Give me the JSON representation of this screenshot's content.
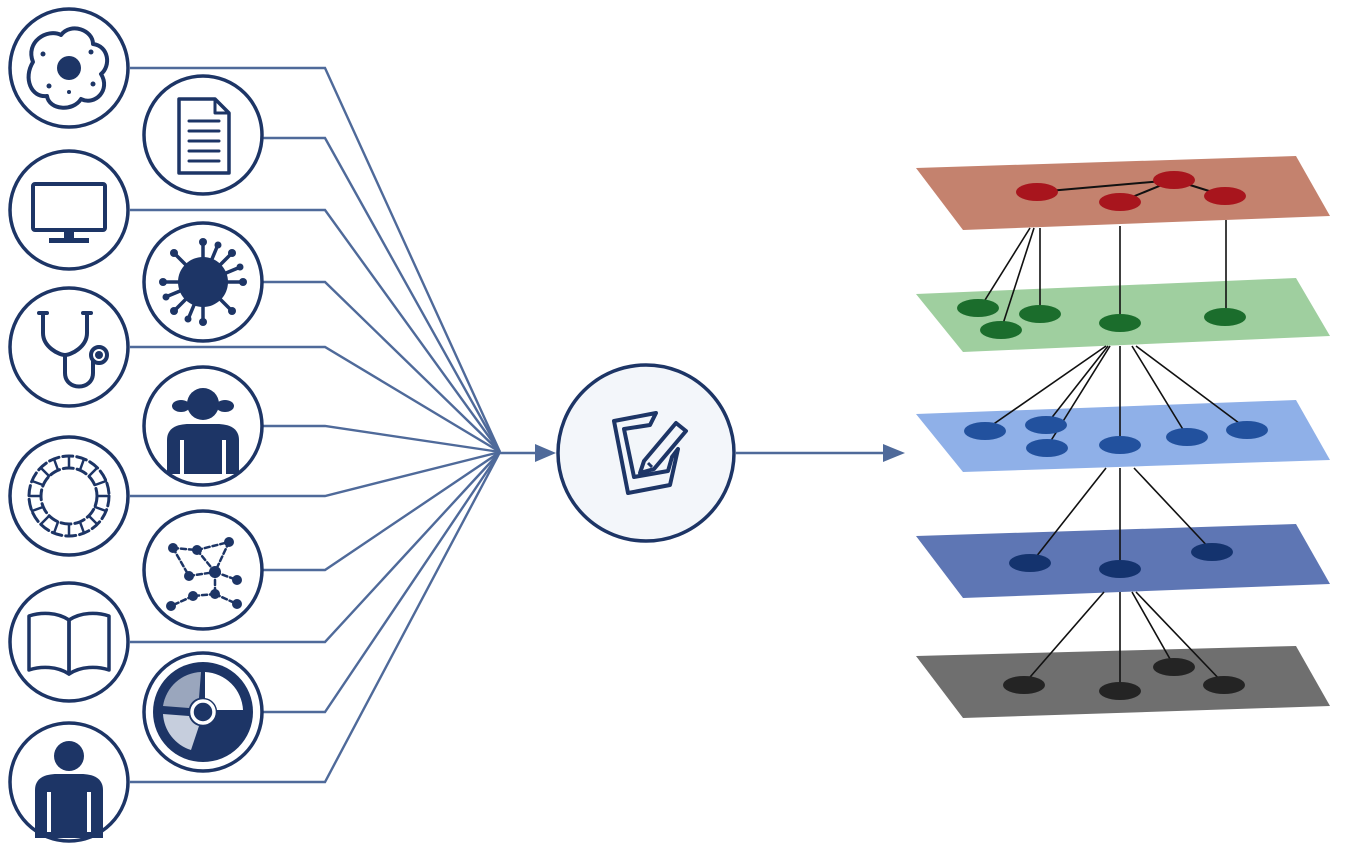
{
  "diagram": {
    "colors": {
      "icon": "#1d3566",
      "connector": "#4f6a9a",
      "process_fill": "#f3f6fa"
    },
    "sources": [
      {
        "id": "cell",
        "icon": "cell-icon"
      },
      {
        "id": "document",
        "icon": "document-icon"
      },
      {
        "id": "monitor",
        "icon": "monitor-icon"
      },
      {
        "id": "virus",
        "icon": "virus-icon"
      },
      {
        "id": "stethoscope",
        "icon": "stethoscope-icon"
      },
      {
        "id": "patient-girl",
        "icon": "person-pigtails-icon"
      },
      {
        "id": "dna-ring",
        "icon": "dna-ring-icon"
      },
      {
        "id": "network",
        "icon": "network-graph-icon"
      },
      {
        "id": "book",
        "icon": "book-icon"
      },
      {
        "id": "scan",
        "icon": "scan-icon"
      },
      {
        "id": "patient",
        "icon": "person-icon"
      }
    ],
    "process": {
      "icon": "edit-note-icon"
    },
    "layers": [
      {
        "id": "layer-red",
        "color": "#c4826e",
        "node_color": "#a8151d"
      },
      {
        "id": "layer-green",
        "color": "#9fcf9f",
        "node_color": "#1b6d2c"
      },
      {
        "id": "layer-lightblue",
        "color": "#8fb0e8",
        "node_color": "#22519e"
      },
      {
        "id": "layer-navy",
        "color": "#5e76b4",
        "node_color": "#14336e"
      },
      {
        "id": "layer-gray",
        "color": "#6f6f6f",
        "node_color": "#242424"
      }
    ]
  }
}
